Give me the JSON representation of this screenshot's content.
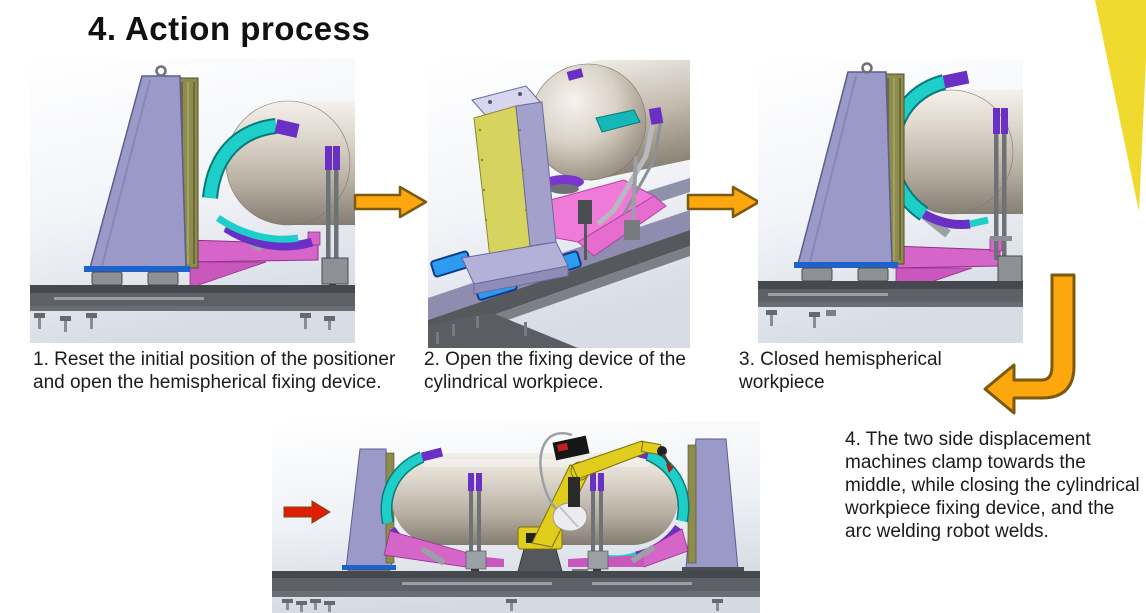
{
  "slide": {
    "title": "4. Action process",
    "background": "#ffffff"
  },
  "steps": [
    {
      "number": "1",
      "caption": "1. Reset the initial position of the positioner and open the hemispherical fixing device.",
      "illustration": "Side view of positioner: hemispherical fixing device open, tank dome held on rail base"
    },
    {
      "number": "2",
      "caption": "2. Open the fixing device of the cylindrical workpiece.",
      "illustration": "Perspective view of positioner: cylindrical workpiece fixing device open on sliding rails"
    },
    {
      "number": "3",
      "caption": "3. Closed hemispherical workpiece",
      "illustration": "Side view of positioner: hemispherical workpiece clamped by curved fixing arms"
    },
    {
      "number": "4",
      "caption": "4. The two side displacement machines clamp towards the middle, while closing the cylindrical workpiece fixing device, and the arc welding robot welds.",
      "illustration": "Full assembly: two displacement machines clamping the tank while the arc welding robot welds"
    }
  ],
  "icons": {
    "flow_arrow_1": "arrow-right-icon",
    "flow_arrow_2": "arrow-right-icon",
    "flow_arrow_3": "arrow-bend-down-left-icon",
    "clamp_direction": "red-arrow-right-icon",
    "corner_accent": "yellow-triangle-decoration"
  },
  "colors": {
    "flow_arrow_fill": "#FBA70D",
    "flow_arrow_outline": "#7A5A10",
    "corner_triangle": "#F0DA2E",
    "red_arrow": "#DF1F04",
    "tower_purple": "#9A99C8",
    "bracket_pink": "#D565C8",
    "clamp_teal": "#1ECFC9",
    "clamp_purple": "#6A2FC4",
    "workpiece_metal": "#BEB6A9",
    "robot_yellow": "#E0CD1D",
    "rail_gray": "#5D6165",
    "pad_blue": "#2D9BF0",
    "gear_olive": "#8D8C4E"
  }
}
